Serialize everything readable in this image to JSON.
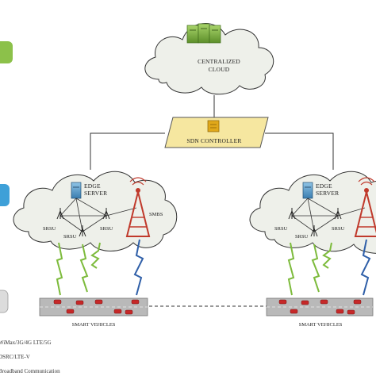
{
  "cloud": {
    "label_line1": "CENTRALIZED",
    "label_line2": "CLOUD"
  },
  "controller": {
    "label": "SDN CONTROLLER"
  },
  "left_cluster": {
    "edge_line1": "EDGE",
    "edge_line2": "SERVER",
    "smbs": "SMBS",
    "srsu_a": "SRSU",
    "srsu_b": "SRSU",
    "srsu_c": "SRSU",
    "vehicles": "SMART VEHICLES"
  },
  "right_cluster": {
    "edge_line1": "EDGE",
    "edge_line2": "SERVER",
    "srsu_a": "SRSU",
    "srsu_b": "SRSU",
    "srsu_c": "SRSU",
    "vehicles": "SMART VEHICLES"
  },
  "legend": {
    "item1": "WiMax/3G/4G LTE/5G",
    "item2": "DSRC/LTE-V",
    "item3": "Broadband Communication"
  },
  "colors": {
    "cloud_fill": "#eef0ea",
    "controller_fill": "#f6e7a0",
    "tower": "#c0392b",
    "link_green": "#7dbb3c",
    "link_blue": "#2f5fa8",
    "road": "#b9b9b9",
    "vehicle": "#c62828"
  }
}
